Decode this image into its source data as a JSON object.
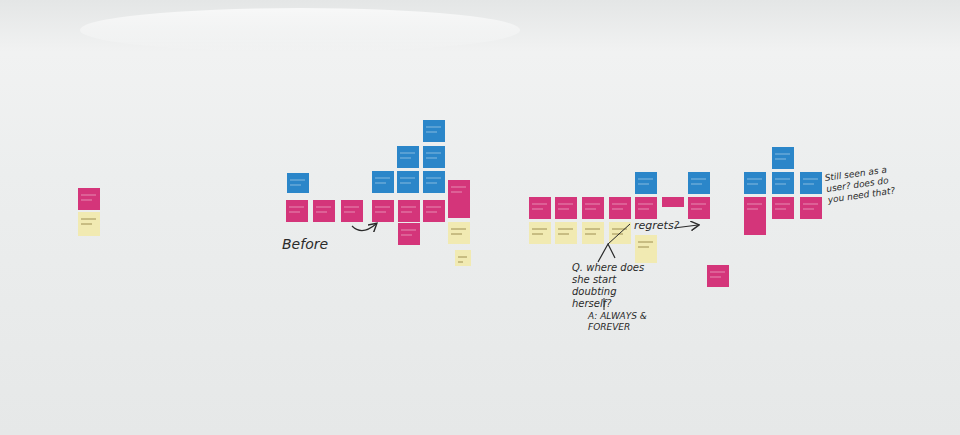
{
  "diagram": {
    "labels": [
      "Before",
      "regrets?",
      "Q. where does she start doubting herself?",
      "A: ALWAYS & FOREVER",
      "Still seen as a user? does do you need that?"
    ]
  }
}
